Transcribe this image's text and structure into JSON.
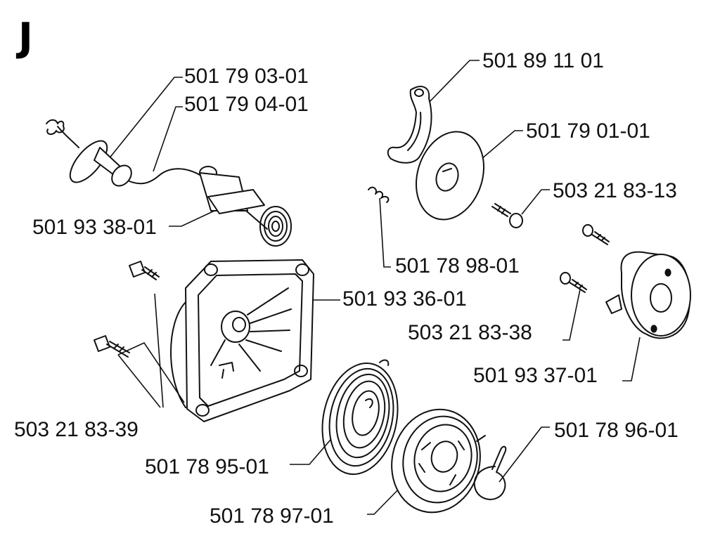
{
  "section": "J",
  "parts": [
    {
      "id": "handle",
      "number": "501 79 03-01"
    },
    {
      "id": "cord",
      "number": "501 79 04-01"
    },
    {
      "id": "cord-guide",
      "number": "501 93 38-01"
    },
    {
      "id": "pawl",
      "number": "501 89 11 01"
    },
    {
      "id": "washer",
      "number": "501 79 01-01"
    },
    {
      "id": "screw-upper",
      "number": "503 21 83-13"
    },
    {
      "id": "small-spring",
      "number": "501 78 98-01"
    },
    {
      "id": "starter-housing",
      "number": "501 93 36-01"
    },
    {
      "id": "screw-pair",
      "number": "503 21 83-38"
    },
    {
      "id": "flange",
      "number": "501 93 37-01"
    },
    {
      "id": "housing-screws",
      "number": "503 21 83-39"
    },
    {
      "id": "recoil-spring",
      "number": "501 78 95-01"
    },
    {
      "id": "pulley",
      "number": "501 78 96-01"
    },
    {
      "id": "spring-clip",
      "number": "501 78 97-01"
    }
  ]
}
